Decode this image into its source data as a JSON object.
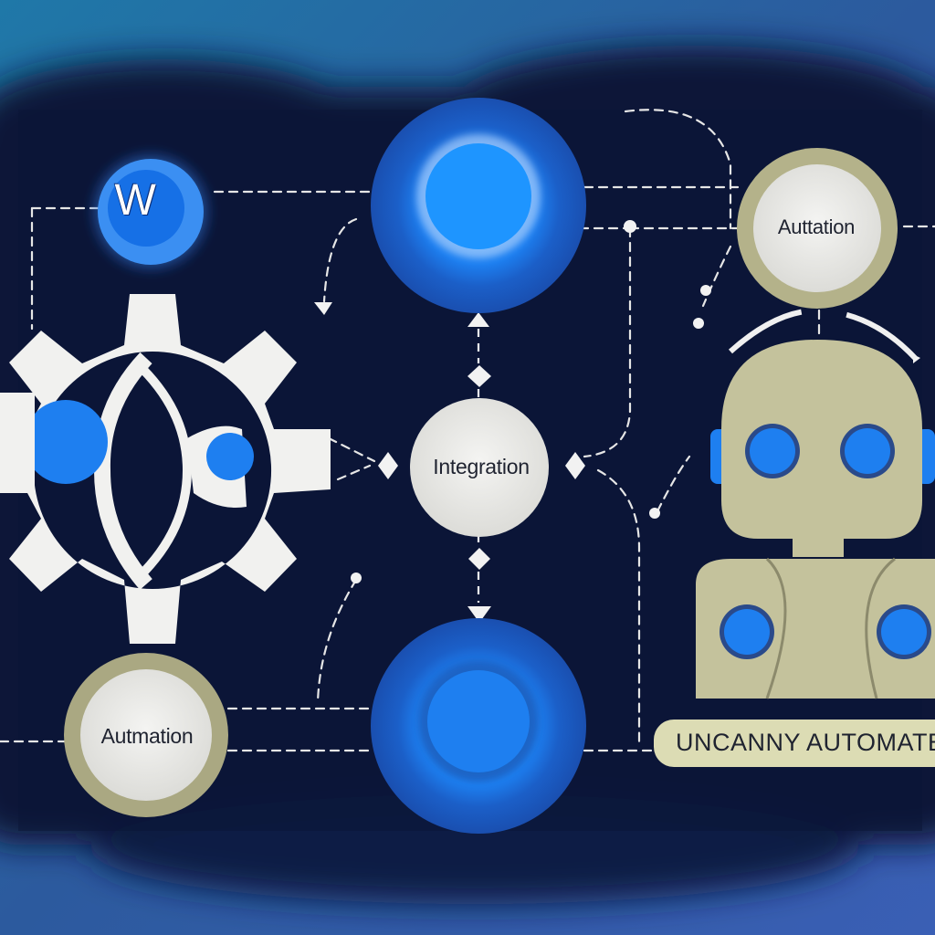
{
  "diagram": {
    "labels": {
      "w_node": "W",
      "center_node": "Integration",
      "top_right_node": "Auttation",
      "bottom_left_node": "Autmation",
      "robot_banner": "UNCANNY AUTOMATE"
    },
    "colors": {
      "background_dark": "#0c1737",
      "background_edge": "#2f64a8",
      "node_blue": "#1e90f5",
      "node_cream": "#ececea",
      "node_olive_ring": "#b4b28a",
      "gear_white": "#f2f2f0",
      "robot_olive": "#c4c29c",
      "connector": "#e6e6e6"
    },
    "icons": [
      "gear-icon",
      "robot-icon",
      "wordpress-w-icon"
    ]
  }
}
